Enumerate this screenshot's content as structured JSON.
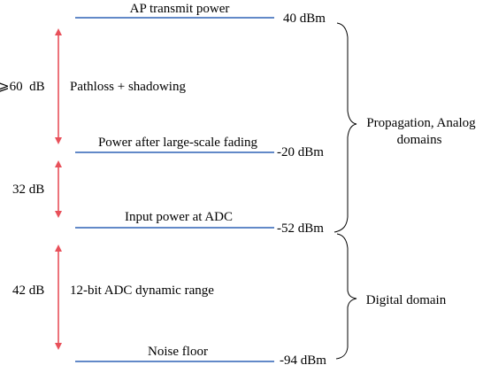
{
  "colors": {
    "level_line": "#2f62b5",
    "arrow": "#e8505a",
    "text": "#000000"
  },
  "levels": {
    "ap": {
      "label": "AP transmit power",
      "value": "40 dBm"
    },
    "large_scale": {
      "label": "Power after large-scale fading",
      "value": "-20 dBm"
    },
    "adc_input": {
      "label": "Input power at ADC",
      "value": "-52 dBm"
    },
    "noise": {
      "label": "Noise floor",
      "value": "-94 dBm"
    }
  },
  "spans": {
    "pathloss": {
      "amount": "⩾60  dB",
      "label": "Pathloss + shadowing"
    },
    "headroom": {
      "amount": "32 dB",
      "label": ""
    },
    "adc_range": {
      "amount": "42 dB",
      "label": "12-bit ADC dynamic range"
    }
  },
  "domains": {
    "analog": {
      "line1": "Propagation, Analog",
      "line2": "domains"
    },
    "digital": {
      "line1": "Digital domain"
    }
  }
}
